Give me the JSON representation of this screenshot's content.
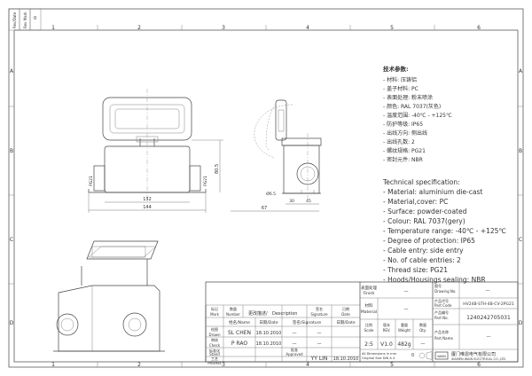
{
  "header": {
    "sheet_marker": "0",
    "rotated_boxes": [
      "Rev/Date",
      "Rev Mark"
    ]
  },
  "grid": {
    "top": [
      "1",
      "2",
      "3",
      "4",
      "5",
      "6"
    ],
    "bottom": [
      "1",
      "2",
      "3",
      "4",
      "5",
      "6"
    ],
    "left": [
      "A",
      "B",
      "C",
      "D"
    ],
    "right": [
      "A",
      "B",
      "C",
      "D"
    ]
  },
  "dimensions": {
    "front_width_inner": "132",
    "front_width_outer": "144",
    "pg_left": "PG21",
    "pg_right": "PG21",
    "height": "80.5",
    "side_67": "67",
    "side_30": "30",
    "side_45": "45",
    "side_bore": "Ø6.5"
  },
  "spec_cn": {
    "title": "技术参数:",
    "items": [
      "- 材料: 压铸铝",
      "- 盖子材料: PC",
      "- 表面处理: 粉末喷涂",
      "- 颜色: RAL 7037(灰色)",
      "- 温度范围: -40℃ - +125℃",
      "- 防护等级: IP65",
      "- 出线方向: 侧出线",
      "- 出线孔数: 2",
      "- 螺纹规格: PG21",
      "- 密封元件: NBR"
    ]
  },
  "spec_en": {
    "title": "Technical specification:",
    "items": [
      "- Material: aluminium die-cast",
      "- Material,cover: PC",
      "- Surface: powder-coated",
      "- Colour: RAL 7037(gery)",
      "- Temperature range: -40℃ - +125℃",
      "- Degree of protection: IP65",
      "- Cable entry: side entry",
      "- No. of cable entries: 2",
      "- Thread size: PG21",
      "- Hoods/Housings sealing: NBR"
    ]
  },
  "title_block": {
    "surface": "表面处理",
    "finish": "Finish",
    "finish_value": "—",
    "material_cn": "材料",
    "material_en": "Material",
    "material_value": "—",
    "drawing_no_cn": "图号",
    "drawing_no_en": "Drawing No.",
    "drawing_no_value": "—",
    "part_code_cn": "产品代号",
    "part_code_en": "Part Code",
    "part_code_value": "HV24B-STH-4B-CV-2PG21",
    "part_no_cn": "产品编号",
    "part_no_en": "Part No.",
    "part_no_value": "1240242705031",
    "part_name_cn": "产品名称",
    "part_name_en": "Part Name",
    "part_name_value": "—",
    "scale_cn": "比例",
    "scale_en": "Scale",
    "scale_value": "2:5",
    "rev_cn": "版本",
    "rev_en": "REV.",
    "rev_value": "V1.0",
    "weight_cn": "重量",
    "weight_en": "Weight",
    "weight_value": "482g",
    "qty_cn": "数量",
    "qty_en": "Qty.",
    "qty_value": "—",
    "dims_note_1": "All Dimensions in mm",
    "dims_note_2": "Original Size DIN A 4",
    "company_cn": "厦门唯恩电气有限公司",
    "company_en": "XIAMEN WAIN ELECTRICAL CO.,LTD",
    "logo": "WAIN",
    "sheet_marker": "0"
  },
  "sign_block": {
    "mark_cn": "标记",
    "mark_en": "Mark",
    "count_cn": "数量",
    "count_en": "Number",
    "change_cn": "更改描述/",
    "change_en": "Description",
    "sign_cn": "签名",
    "sign_en": "Signature",
    "date_cn": "日期",
    "date_en": "Date",
    "name_header": "姓名/Name",
    "date_header": "日期/Date",
    "sign_header_cn": "签名/Signature",
    "date_header2": "日期/Date",
    "drawn_cn": "绘图",
    "drawn_en": "Drawn",
    "drawn_name": "SL CHEN",
    "drawn_date": "18.10.2010",
    "check_cn": "审核",
    "check_en": "Check",
    "check_name": "P RAO",
    "check_date": "18.10.2010",
    "stand_cn": "标准化",
    "stand_en": "Stand",
    "process_cn": "工艺",
    "process_en": "Process",
    "approved_cn": "批准",
    "approved_en": "Approved",
    "approved_name": "YY LIN",
    "approved_date": "18.10.2010",
    "dash": "—"
  }
}
